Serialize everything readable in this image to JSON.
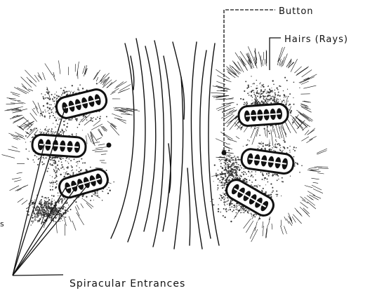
{
  "labels": {
    "button": "Button",
    "hairs": "Hairs (Rays)",
    "spiracular": "Spiracular Entrances",
    "edge_fragment": "s"
  },
  "colors": {
    "ink": "#111111",
    "stipple": "#3a3a3a",
    "background": "#ffffff"
  }
}
